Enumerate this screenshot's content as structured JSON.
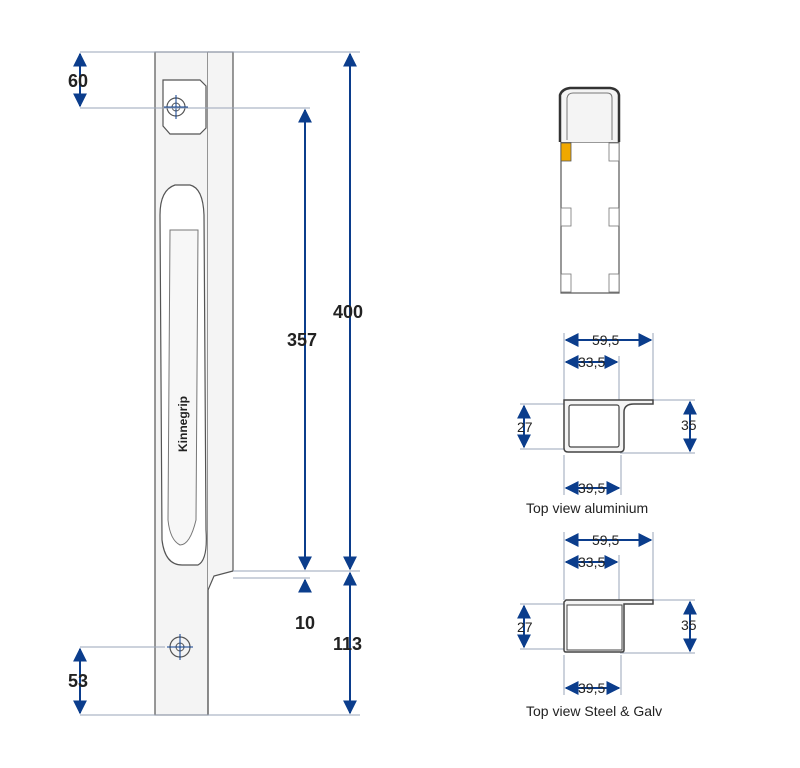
{
  "main_view": {
    "dim_total": "400",
    "dim_hole_spacing": "357",
    "dim_top": "60",
    "dim_bottom_offset": "113",
    "dim_gap": "10",
    "dim_bottom_hole": "53",
    "brand_label": "Kinnegrip"
  },
  "top_view_aluminium": {
    "caption": "Top view aluminium",
    "dim_outer_width": "59,5",
    "dim_inner_width": "33,5",
    "dim_depth_left": "27",
    "dim_depth_right": "35",
    "dim_body_width": "39,5"
  },
  "top_view_steel": {
    "caption": "Top view Steel & Galv",
    "dim_outer_width": "59,5",
    "dim_inner_width": "33,5",
    "dim_depth_left": "27",
    "dim_depth_right": "35",
    "dim_body_width": "39,5"
  },
  "colors": {
    "dimension_blue": "#0b3d8c",
    "accent_orange": "#f0a800",
    "outline_grey": "#555555"
  }
}
